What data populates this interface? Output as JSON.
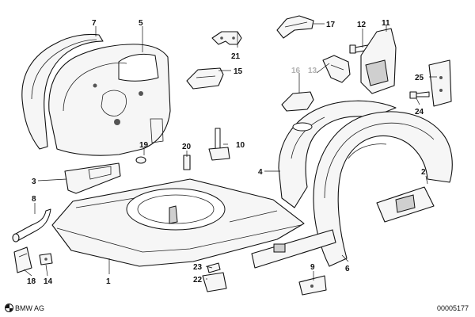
{
  "diagram": {
    "labels": {
      "p1": "1",
      "p2": "2",
      "p3": "3",
      "p4": "4",
      "p5": "5",
      "p6": "6",
      "p7": "7",
      "p8": "8",
      "p9": "9",
      "p10": "10",
      "p11": "11",
      "p12": "12",
      "p13": "13",
      "p14": "14",
      "p15": "15",
      "p16": "16",
      "p17": "17",
      "p18": "18",
      "p19": "19",
      "p20": "20",
      "p21": "21",
      "p22": "22",
      "p23": "23",
      "p24": "24",
      "p25": "25"
    }
  },
  "footer": {
    "brand": "BMW AG",
    "doc_id": "00005177"
  },
  "icons": {
    "brand_logo": "bmw-roundel-icon"
  }
}
